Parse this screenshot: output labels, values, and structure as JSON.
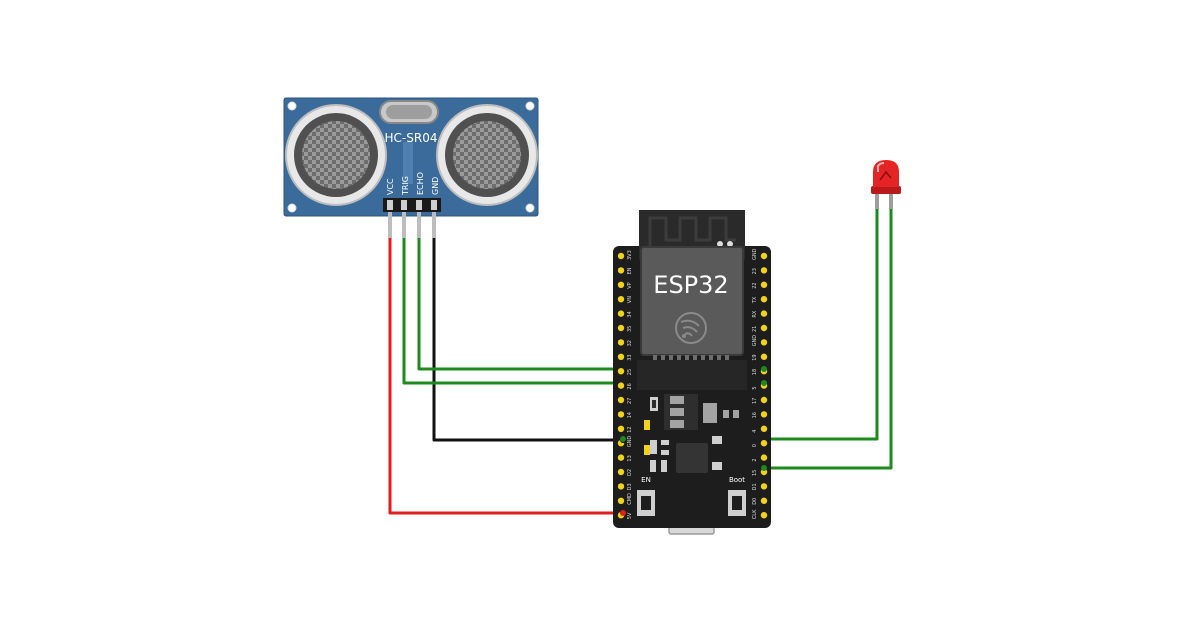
{
  "sensor": {
    "label": "HC-SR04",
    "pins": [
      "VCC",
      "TRIG",
      "ECHO",
      "GND"
    ]
  },
  "board": {
    "label": "ESP32",
    "left_pins": [
      "3V3",
      "EN",
      "VP",
      "VN",
      "34",
      "35",
      "32",
      "33",
      "25",
      "26",
      "27",
      "14",
      "12",
      "GND",
      "13",
      "D2",
      "D3",
      "CMD",
      "5V"
    ],
    "right_pins": [
      "GND",
      "23",
      "22",
      "TX",
      "RX",
      "21",
      "GND",
      "19",
      "18",
      "5",
      "17",
      "16",
      "4",
      "0",
      "2",
      "15",
      "D1",
      "D0",
      "CLK"
    ],
    "button_en": "EN",
    "button_boot": "Boot"
  },
  "colors": {
    "sensor_board": "#3a6b9b",
    "esp_board": "#1d1d1d",
    "chip": "#5a5a5a",
    "wire_vcc": "#e01e1e",
    "wire_gnd": "#111111",
    "wire_signal": "#1e8a1e",
    "led": "#e52525",
    "pin_gold": "#f2d21b"
  }
}
